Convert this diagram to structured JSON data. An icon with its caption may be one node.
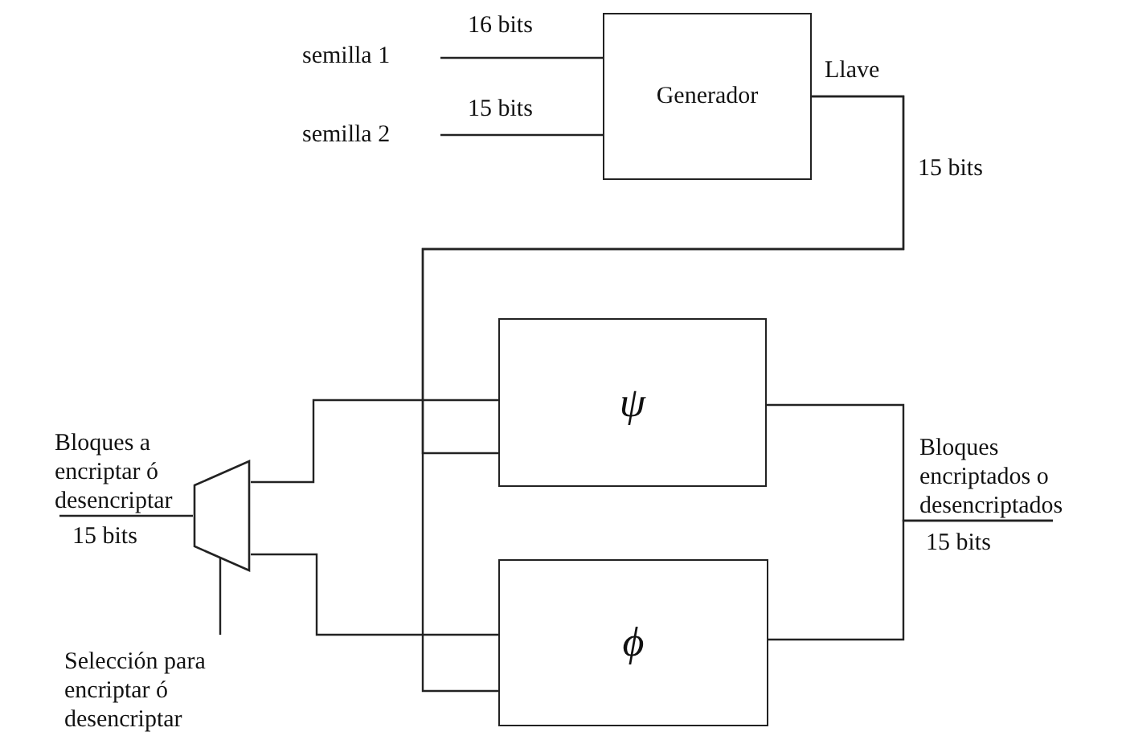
{
  "diagram": {
    "nodes": [
      {
        "text": [
          "semilla 1"
        ]
      },
      {
        "text": [
          "semilla 2"
        ]
      },
      {
        "text": [
          "Generador"
        ],
        "beside": [
          "Llave"
        ]
      },
      {
        "text": [
          "ψ"
        ]
      },
      {
        "text": [
          "ϕ"
        ]
      },
      {
        "text": [
          "Bloques a encriptar ó desencriptar"
        ]
      },
      {
        "text": [],
        "shape": "trapezoid"
      },
      {
        "text": [
          "Selección para encriptar ó desencriptar"
        ]
      },
      {
        "text": [
          "Bloques encriptados o desencriptados"
        ]
      }
    ],
    "edges": [
      {
        "from": 0,
        "to": 2,
        "arrow": "none",
        "label": "16 bits"
      },
      {
        "from": 1,
        "to": 2,
        "arrow": "none",
        "label": "15 bits"
      },
      {
        "from": 2,
        "to": 3,
        "arrow": "none",
        "label": "15 bits"
      },
      {
        "from": 2,
        "to": 4,
        "arrow": "none"
      },
      {
        "from": 5,
        "to": 6,
        "arrow": "none",
        "label": "15 bits"
      },
      {
        "from": 7,
        "to": 6,
        "arrow": "none"
      },
      {
        "from": 6,
        "to": 3,
        "arrow": "none"
      },
      {
        "from": 6,
        "to": 4,
        "arrow": "none"
      },
      {
        "from": 3,
        "to": 8,
        "arrow": "none",
        "label": "15 bits"
      },
      {
        "from": 4,
        "to": 8,
        "arrow": "none"
      }
    ]
  }
}
